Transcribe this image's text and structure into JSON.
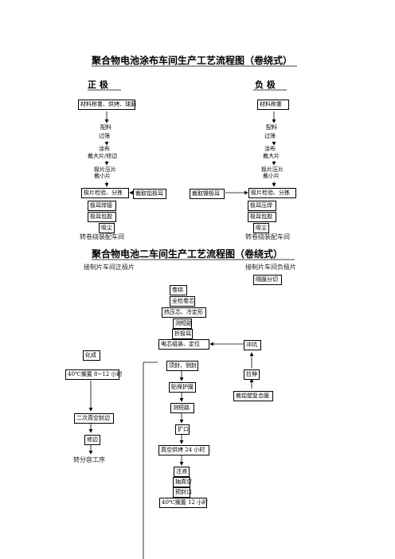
{
  "title1": "聚合物电池涂布车间生产工艺流程图（卷绕式）",
  "positive_label": "正   极",
  "negative_label": "负   极",
  "pos": {
    "materials": "材料称重、烘烤、球磨",
    "mix": "配料",
    "filter": "过筛",
    "coat": "涂布",
    "dry_trim": "裁大片/修边",
    "press": "极片压片",
    "split": "裁小片",
    "inspect": "极片检验、分拣",
    "tab_al": "裁取铝极耳",
    "tab_weld": "极耳焊接",
    "tab_wrap": "极耳包胶",
    "dust": "吸尘",
    "to_next": "转卷绕装配车间"
  },
  "neg": {
    "materials": "材料称重",
    "mix": "配料",
    "filter": "过筛",
    "coat": "涂布",
    "cut": "裁大片",
    "press": "极片压片",
    "split": "裁小片",
    "inspect": "极片检验、分拣",
    "tab_ni": "裁取镍极耳",
    "tab_weld": "极耳压焊",
    "tab_wrap": "极耳包胶",
    "dust": "吸尘",
    "to_next": "转卷绕装配车间"
  },
  "title2": "聚合物电池二车间生产工艺流程图（卷绕式）",
  "recv_pos": "接制片车间正极片",
  "recv_neg": "接制片车间负极片",
  "separator": "隔膜分切",
  "main": {
    "wind": "卷绕",
    "check": "全检卷芯",
    "press": "热压芯、冷定形",
    "measure": "测短路",
    "fold": "折极耳",
    "assemble": "电芯组装、定位",
    "seal": "顶封、侧封",
    "tape": "贴保护膜",
    "short": "测短路",
    "expand": "扩口",
    "bake": "真空烘烤 24 小时",
    "inject": "注液",
    "vacuum": "抽真空",
    "preseal": "预封口",
    "rest": "40℃搁置 12 小时"
  },
  "right": {
    "punch": "冲坑",
    "cut": "拉伸",
    "film": "裁铝塑复合膜"
  },
  "left": {
    "formation": "化成",
    "rest": "40℃搁置 8~12 小时",
    "seal2": "二次真空封边",
    "trim": "修边",
    "to_next": "转分容工序"
  }
}
